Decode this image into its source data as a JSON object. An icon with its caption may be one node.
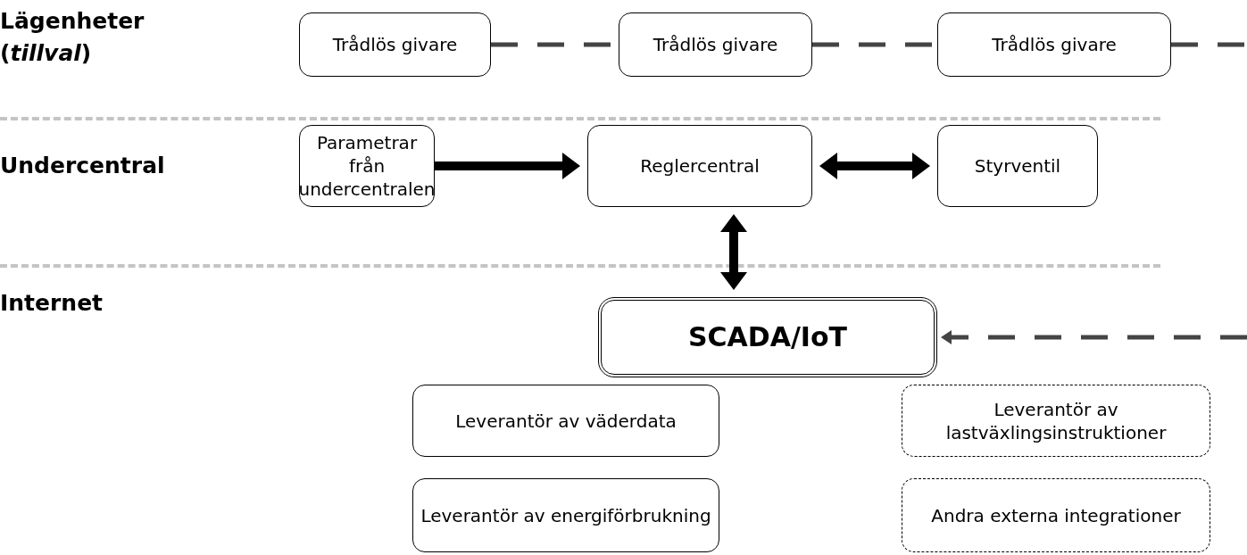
{
  "diagram": {
    "nodes": [
      {
        "text": [
          "Trådlös givare"
        ]
      },
      {
        "text": [
          "Trådlös givare"
        ]
      },
      {
        "text": [
          "Trådlös givare"
        ]
      },
      {
        "text": [
          "Parametrar från undercentralen"
        ]
      },
      {
        "text": [
          "Reglercentral"
        ]
      },
      {
        "text": [
          "Styrventil"
        ]
      },
      {
        "text": [
          "SCADA/IoT"
        ]
      },
      {
        "text": [
          "Leverantör av väderdata"
        ]
      },
      {
        "text": [
          "Leverantör av lastväxlingsinstruktioner"
        ]
      },
      {
        "text": [
          "Leverantör av energiförbrukning"
        ]
      },
      {
        "text": [
          "Andra externa integrationer"
        ]
      }
    ],
    "edges": [
      {
        "from": 0,
        "to": 1,
        "arrow": "none",
        "style": "dashed",
        "color": "#444444"
      },
      {
        "from": 1,
        "to": 2,
        "arrow": "none",
        "style": "dashed",
        "color": "#444444"
      },
      {
        "from": 2,
        "to": null,
        "arrow": "none",
        "style": "dashed",
        "color": "#444444"
      },
      {
        "from": null,
        "to": 6,
        "arrow": "to",
        "style": "dashed",
        "color": "#444444"
      },
      {
        "from": 3,
        "to": 4,
        "arrow": "to",
        "style": "thick"
      },
      {
        "from": 4,
        "to": 5,
        "arrow": "both",
        "style": "thick"
      },
      {
        "from": 4,
        "to": 6,
        "arrow": "both",
        "style": "thick"
      }
    ],
    "labels": [
      "Lägenheter (*tillval*)",
      "Undercentral",
      "Internet"
    ]
  }
}
